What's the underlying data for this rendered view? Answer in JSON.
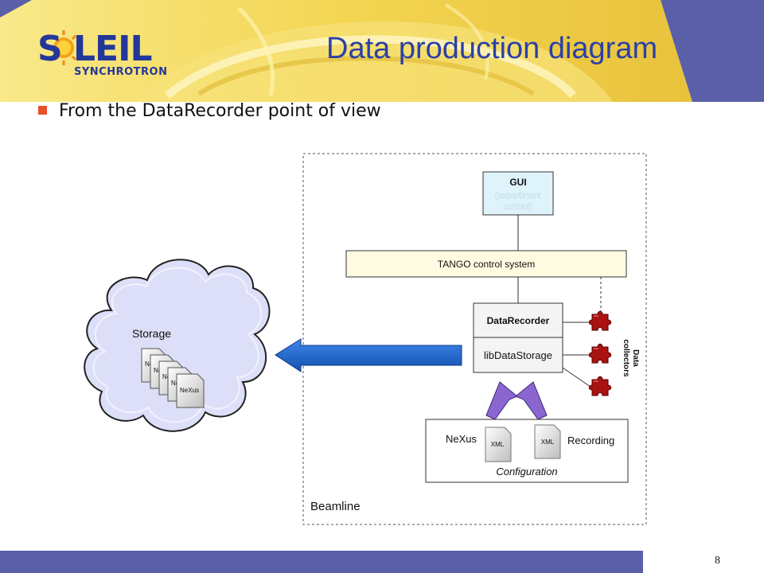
{
  "slide": {
    "logo_text": "S LEIL",
    "logo_subtitle": "SYNCHROTRON",
    "title": "Data production diagram",
    "subtitle": "From the DataRecorder point of view",
    "page_number": "8"
  },
  "diagram": {
    "gui": {
      "title": "GUI",
      "line1": "(experiment",
      "line2": "control)"
    },
    "tango": "TANGO control system",
    "datarecorder": {
      "title": "DataRecorder",
      "lib": "libDataStorage"
    },
    "data_collectors": [
      "Data",
      "collectors"
    ],
    "storage": {
      "label": "Storage",
      "file_label_short": "Ne",
      "file_label": "NeXus"
    },
    "configuration": {
      "label": "Configuration",
      "nexus": "NeXus",
      "recording": "Recording",
      "xml": "XML"
    },
    "beamline": "Beamline"
  },
  "colors": {
    "title_blue": "#2b40a8",
    "logo_blue": "#23379a",
    "header_band": "#5a5fa8",
    "gold": "#f3d552",
    "arrow_blue": "#1f63c8",
    "arrow_purple": "#8c66d0",
    "puzzle_red": "#aa1212",
    "cloud_fill": "#dcdff7",
    "gui_fill": "#dff3fb",
    "tango_fill": "#fffbe0"
  }
}
